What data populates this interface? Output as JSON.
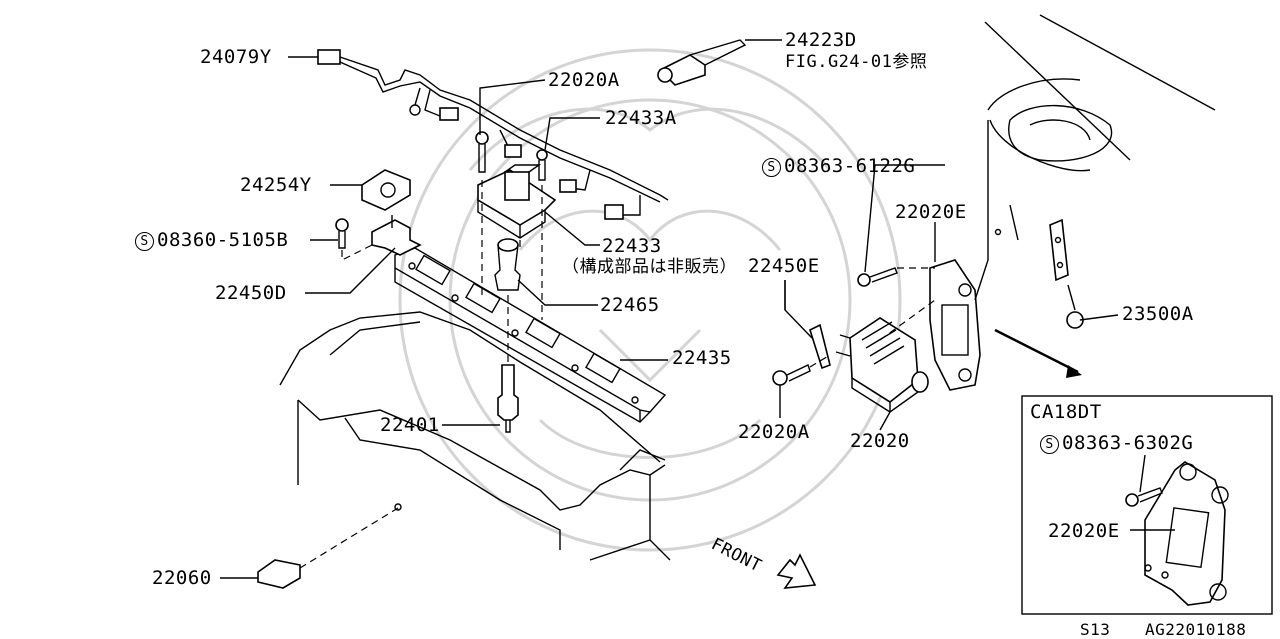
{
  "diagram": {
    "parts": {
      "p24079Y": "24079Y",
      "p24223D": "24223D",
      "p24223D_ref": "FIG.G24-01参照",
      "p22020A_top": "22020A",
      "p22433A": "22433A",
      "p24254Y": "24254Y",
      "p08360": "08360-5105B",
      "p22433": "22433",
      "p22433_note": "（構成部品は非販売）",
      "p22450D": "22450D",
      "p22465": "22465",
      "p22435": "22435",
      "p22401": "22401",
      "p22060": "22060",
      "p08363_6122G": "08363-6122G",
      "p22020E": "22020E",
      "p22450E": "22450E",
      "p22020A_bot": "22020A",
      "p22020": "22020",
      "p23500A": "23500A"
    },
    "std_mark": "S",
    "front_label": "FRONT",
    "inset": {
      "title": "CA18DT",
      "p08363_6302G": "08363-6302G",
      "p22020E": "22020E"
    },
    "footer": {
      "page_code": "S13",
      "figure_code": "AG22010188"
    }
  }
}
